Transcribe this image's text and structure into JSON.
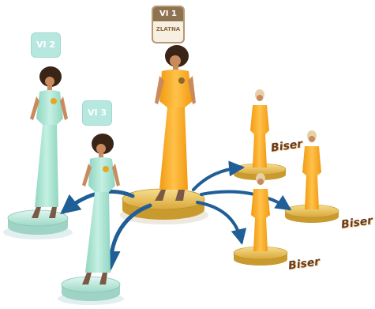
{
  "badges": {
    "vi1": {
      "top": "VI 1",
      "bottom": "ZLATNA"
    },
    "vi2": {
      "label": "VI 2"
    },
    "vi3": {
      "label": "VI 3"
    }
  },
  "labels": {
    "biser_1": "Biser",
    "biser_2": "Biser",
    "biser_3": "Biser"
  },
  "colors": {
    "mint_dress": "#a6e3cf",
    "gold_dress": "#f4a623",
    "gold_platform": "#e8c25a",
    "mint_platform": "#bfe9de",
    "arrow_blue": "#1f5e96",
    "label_brown": "#6b3a1c"
  }
}
